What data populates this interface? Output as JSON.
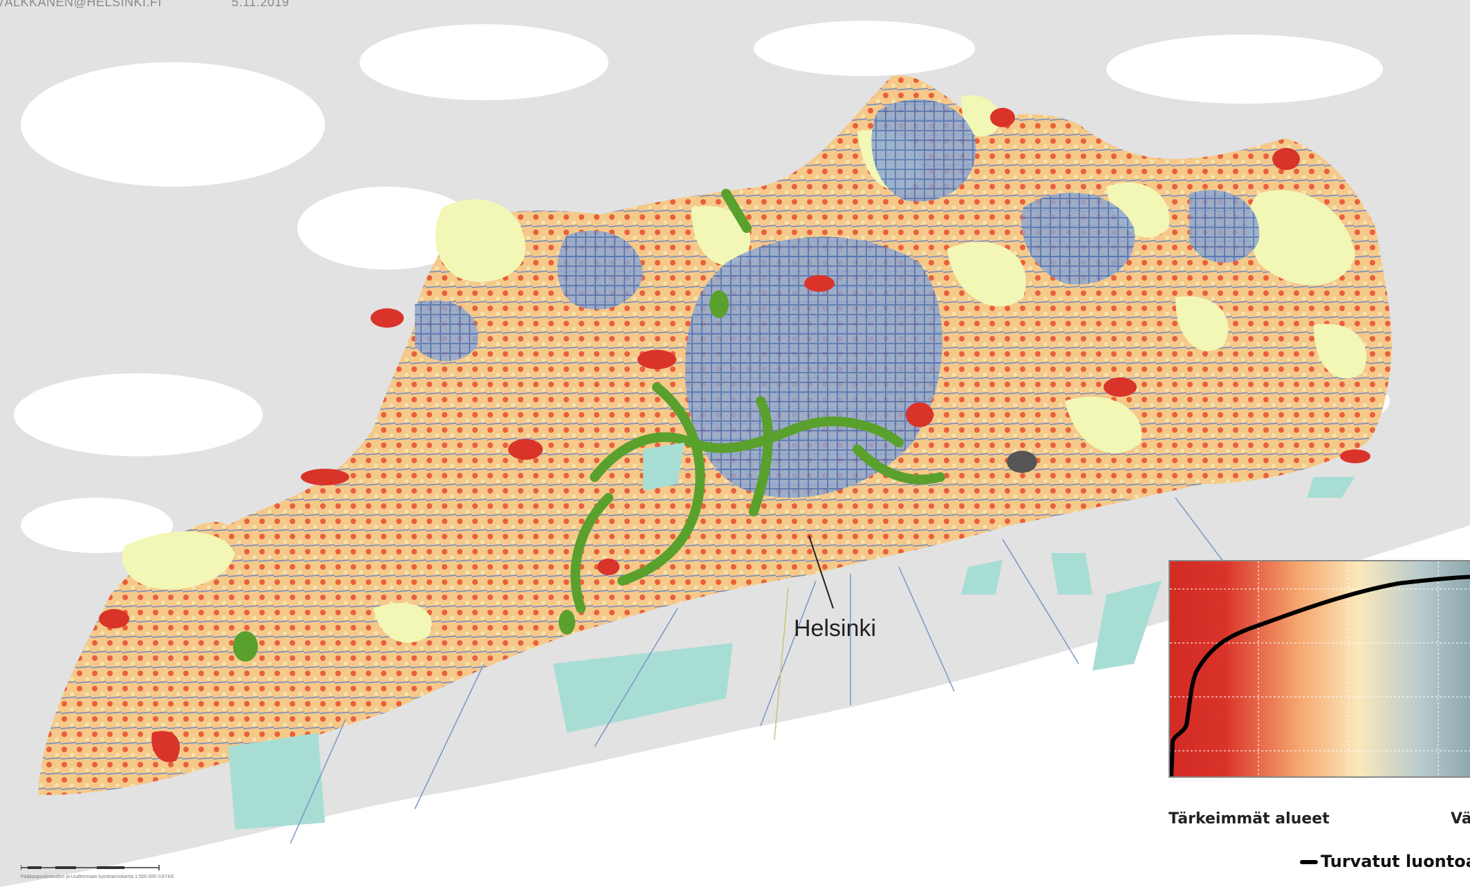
{
  "header": {
    "email": "VÄLKKÄNEN@HELSINKI.FI",
    "date": "5.11.2019"
  },
  "map": {
    "city_label": "Helsinki",
    "scale_caption": "Pääkaupunkiseudun ja Uudenmaan luontoarvokartta 1:500 000 ©SYKE",
    "colors": {
      "land": "#e0e0e0",
      "lake": "#ffffff",
      "protected": "#f2f7b5",
      "urban": "#5b7fbf",
      "green_corridor": "#5aa02c",
      "high_value": "#d9332a",
      "medium_value": "#f0934d",
      "low_value": "#f6dca0",
      "water_area": "#a8ddd4"
    }
  },
  "legend": {
    "left_label": "Tärkeimmät alueet",
    "right_label": "Vä",
    "key_label": "Turvatut luontoar",
    "gradient": [
      "#d22b24",
      "#e85b3e",
      "#f5a56d",
      "#fbe8bb",
      "#b9cbcc",
      "#8aa5ad"
    ],
    "curve_color": "#000000"
  }
}
